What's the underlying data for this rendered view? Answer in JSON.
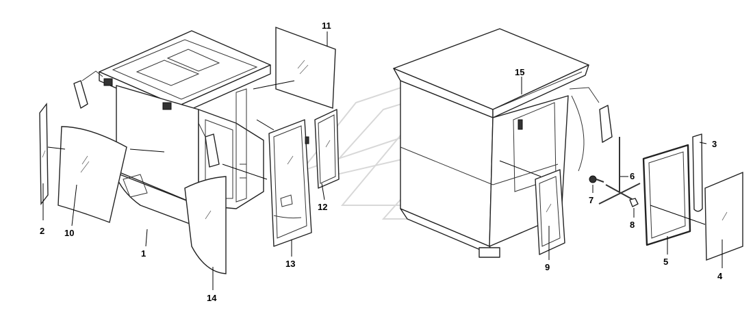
{
  "callouts": [
    {
      "id": "1",
      "label": "1"
    },
    {
      "id": "2",
      "label": "2"
    },
    {
      "id": "3",
      "label": "3"
    },
    {
      "id": "4",
      "label": "4"
    },
    {
      "id": "5",
      "label": "5"
    },
    {
      "id": "6",
      "label": "6"
    },
    {
      "id": "7",
      "label": "7"
    },
    {
      "id": "8",
      "label": "8"
    },
    {
      "id": "9",
      "label": "9"
    },
    {
      "id": "10",
      "label": "10"
    },
    {
      "id": "11",
      "label": "11"
    },
    {
      "id": "12",
      "label": "12"
    },
    {
      "id": "13",
      "label": "13"
    },
    {
      "id": "14",
      "label": "14"
    },
    {
      "id": "15",
      "label": "15"
    }
  ],
  "colors": {
    "line": "#222222",
    "watermark": "#d8d8d8",
    "background": "#ffffff"
  }
}
